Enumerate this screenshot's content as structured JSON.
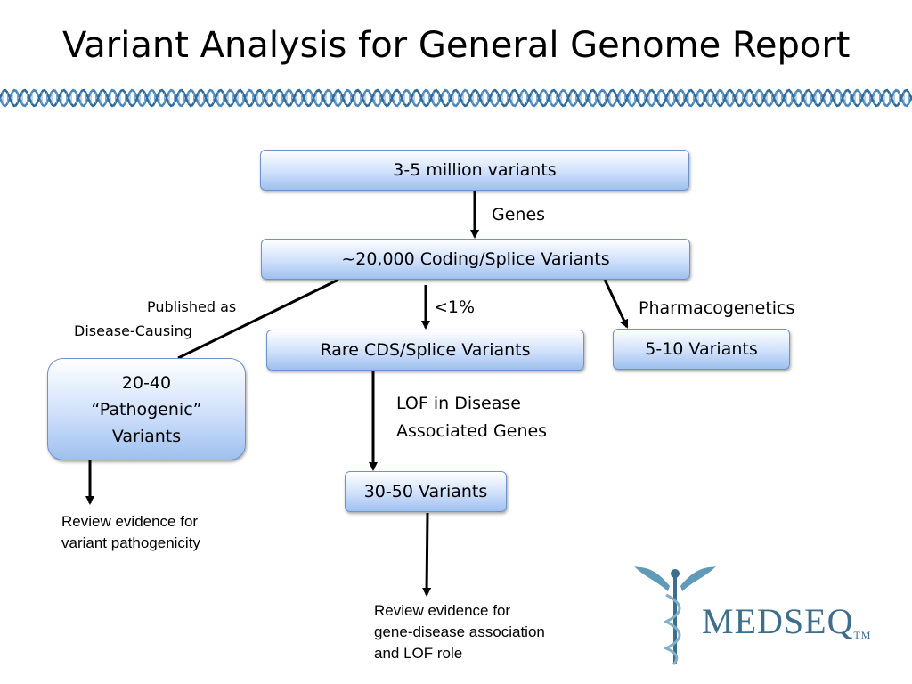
{
  "title": "Variant Analysis for General Genome Report",
  "nodes": {
    "all_variants": "3-5 million variants",
    "coding": "~20,000 Coding/Splice Variants",
    "rare": "Rare CDS/Splice Variants",
    "pharmaco": "5-10 Variants",
    "pathogenic": [
      "20-40",
      "“Pathogenic”",
      "Variants"
    ],
    "lof_count": "30-50 Variants"
  },
  "edge_labels": {
    "genes": "Genes",
    "published_1": "Published as",
    "published_2": "Disease-Causing",
    "rare_pct": "<1%",
    "pharmacogenetics": "Pharmacogenetics",
    "lof_1": "LOF in Disease",
    "lof_2": "Associated Genes"
  },
  "notes": {
    "pathogenicity": [
      "Review evidence for",
      "variant pathogenicity"
    ],
    "association": [
      "Review evidence for",
      "gene-disease association",
      "and LOF role"
    ]
  },
  "logo": {
    "text_part1": "Med",
    "text_part2": "Seq",
    "tm": "TM",
    "color": "#3d6e8c"
  },
  "colors": {
    "node_border": "#6f93c9",
    "node_fill": "#cfe0fb",
    "dna": "#4a86b8"
  }
}
